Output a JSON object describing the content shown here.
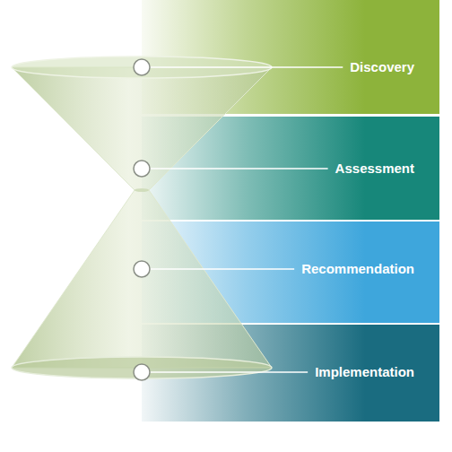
{
  "diagram": {
    "nodes": [
      {
        "text": [
          "Discovery"
        ]
      },
      {
        "text": [
          "Assessment"
        ]
      },
      {
        "text": [
          "Recommendation"
        ]
      },
      {
        "text": [
          "Implementation"
        ]
      }
    ]
  }
}
